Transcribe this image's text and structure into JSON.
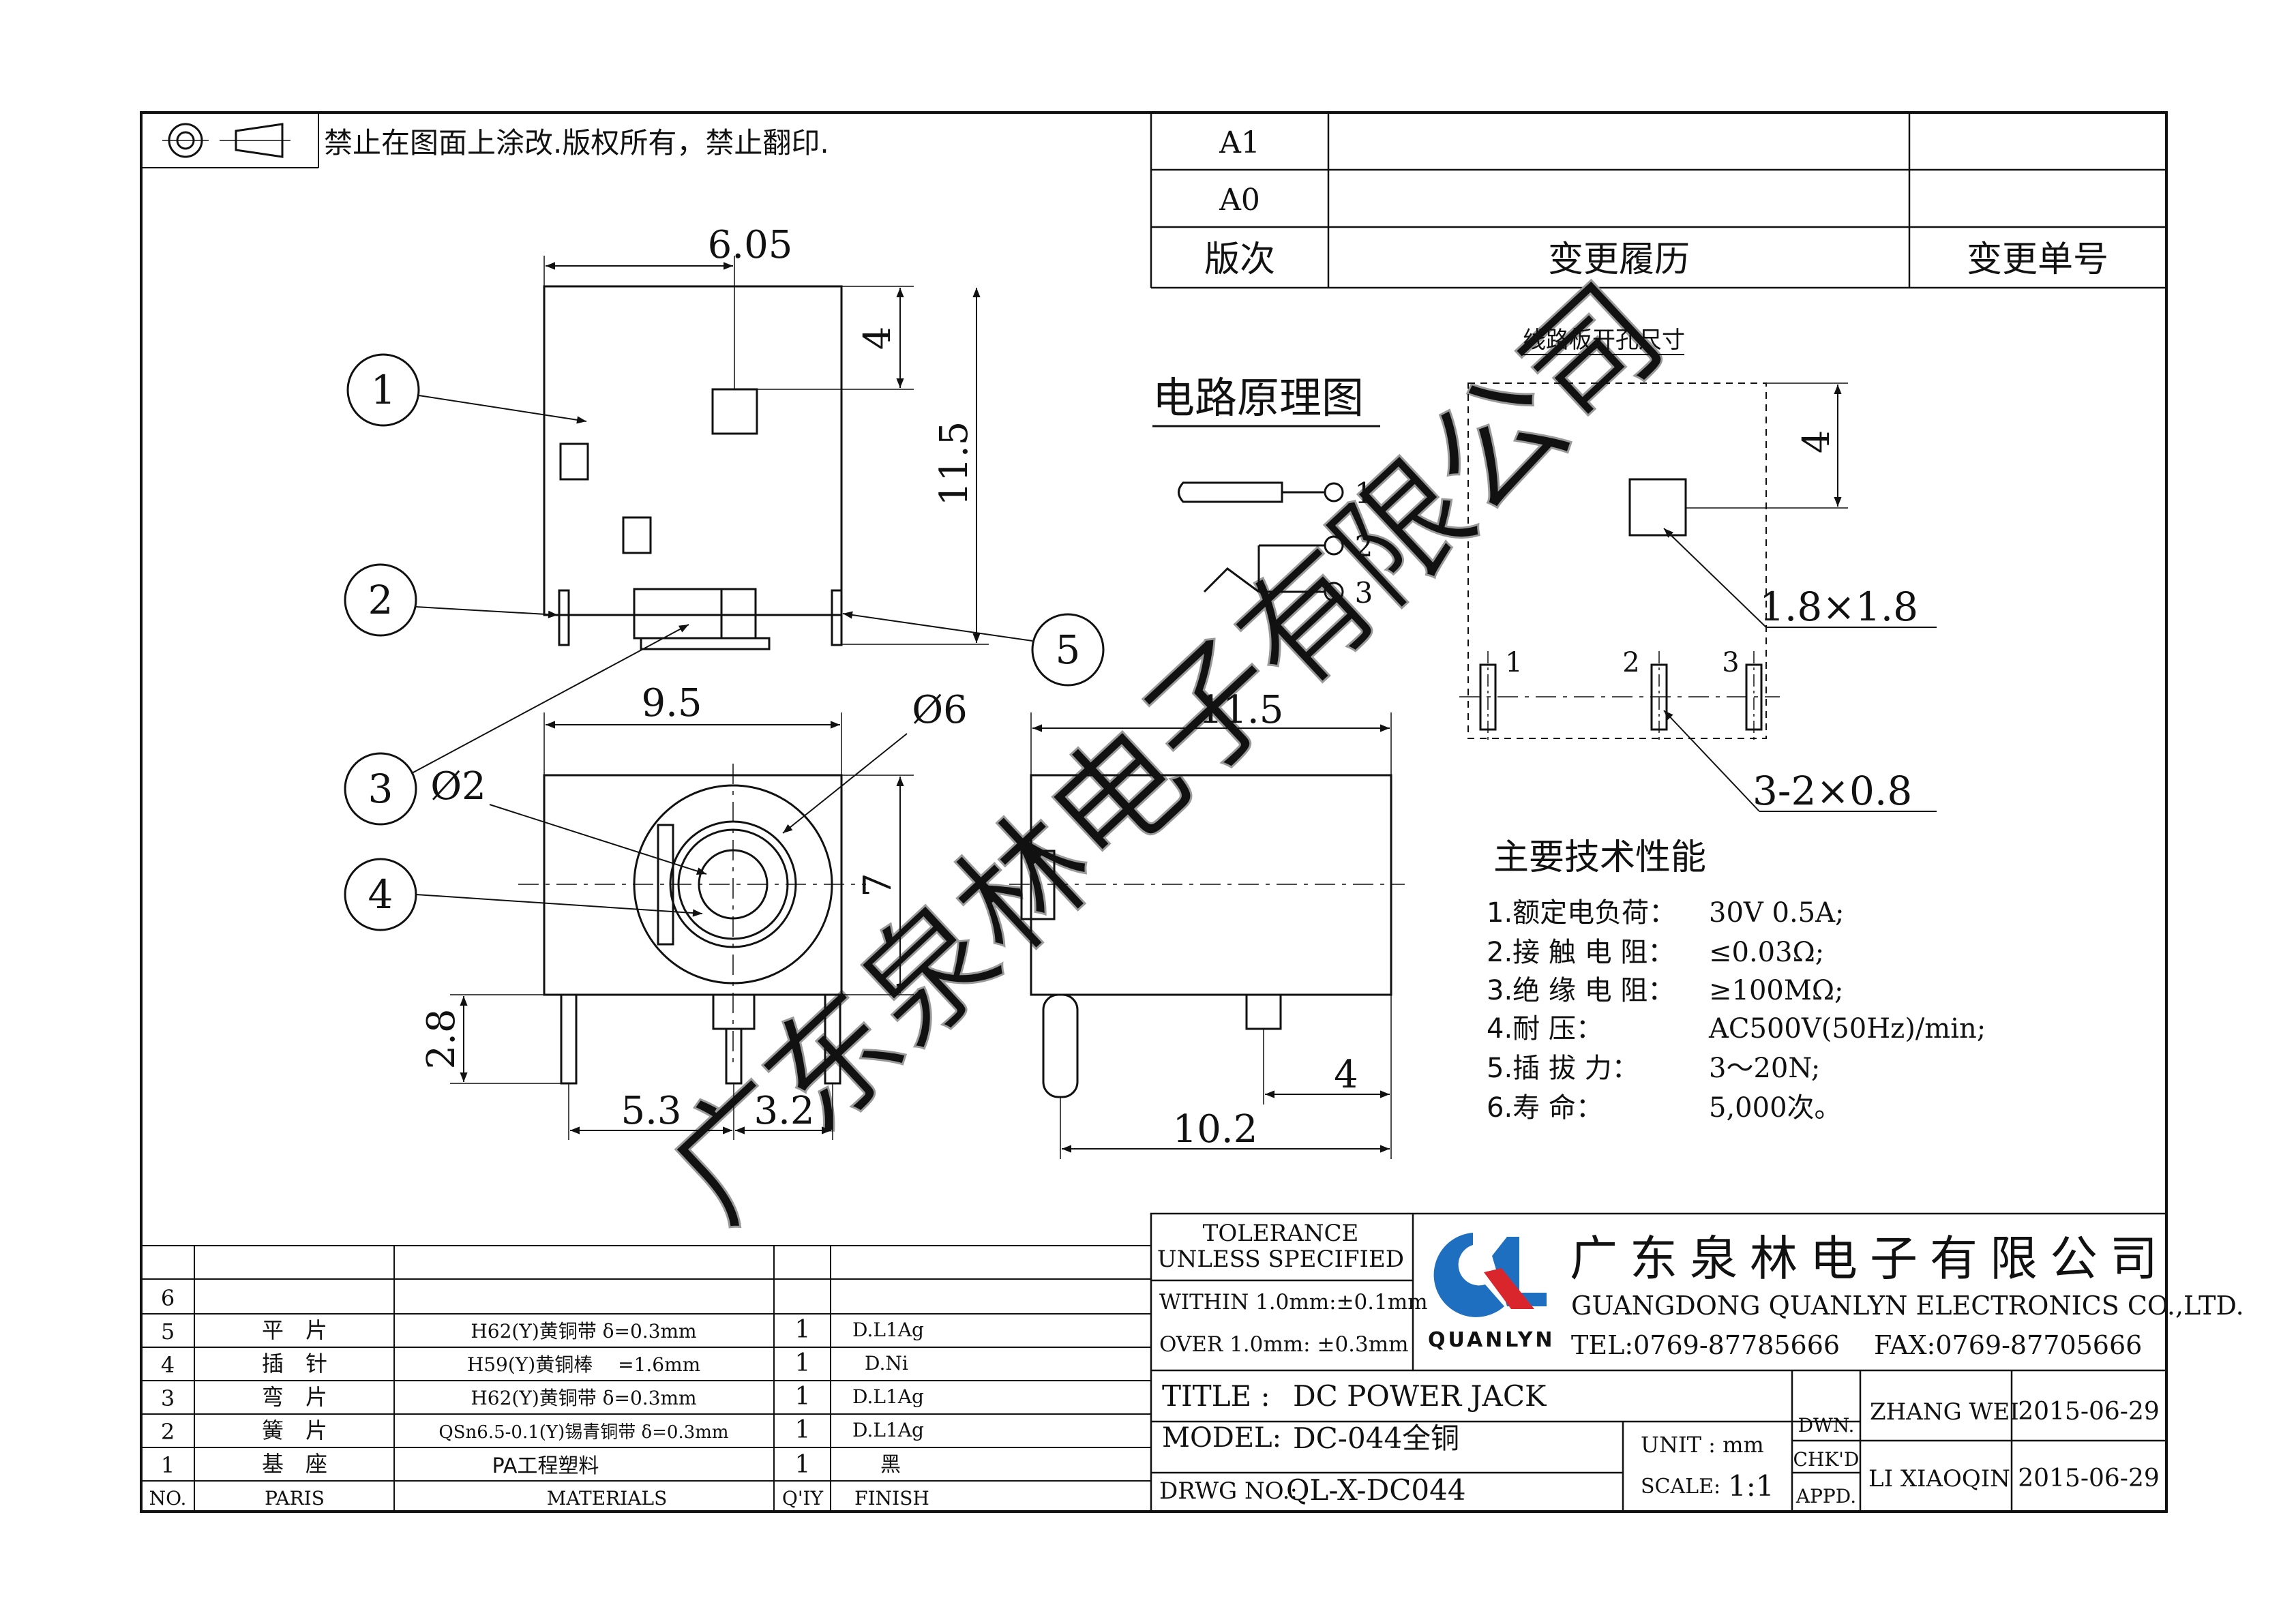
{
  "notice": "禁止在图面上涂改.版权所有，禁止翻印.",
  "revision": {
    "rows": [
      "A1",
      "A0"
    ],
    "header": {
      "version": "版次",
      "history": "变更履历",
      "number": "变更单号"
    }
  },
  "drawing": {
    "top_view": {
      "width": "6.05",
      "hole_offset": "4",
      "height": "11.5"
    },
    "front_view": {
      "width": "9.5",
      "outer_dia": "Ø6",
      "inner_dia": "Ø2",
      "height": "7",
      "pin_len": "2.8",
      "pin_spacing_a": "5.3",
      "pin_spacing_b": "3.2"
    },
    "side_view": {
      "length": "11.5",
      "pin_offset": "4",
      "pin_span": "10.2"
    },
    "balloons": [
      "1",
      "2",
      "3",
      "4",
      "5"
    ]
  },
  "circuit": {
    "title": "电路原理图",
    "pins": [
      "1",
      "2",
      "3"
    ]
  },
  "pcb": {
    "title": "线路板开孔尺寸",
    "offset": "4",
    "square": "1.8×1.8",
    "slots": "3-2×0.8",
    "pins": [
      "1",
      "2",
      "3"
    ]
  },
  "specs": {
    "title": "主要技术性能",
    "items": [
      {
        "label": "1.额定电负荷：",
        "value": "30V 0.5A;"
      },
      {
        "label": "2.接 触 电 阻：",
        "value": "≤0.03Ω;"
      },
      {
        "label": "3.绝 缘 电 阻：",
        "value": "≥100MΩ;"
      },
      {
        "label": "4.耐        压：",
        "value": "AC500V(50Hz)/min;"
      },
      {
        "label": "5.插    拔    力：",
        "value": "3～20N;"
      },
      {
        "label": "6.寿        命：",
        "value": "5,000次。"
      }
    ]
  },
  "watermark": "广东泉林电子有限公司",
  "bom": {
    "headers": {
      "no": "NO.",
      "part": "PARIS",
      "material": "MATERIALS",
      "qty": "Q'IY",
      "finish": "FINISH"
    },
    "rows": [
      {
        "no": "6",
        "part": "",
        "material": "",
        "qty": "",
        "finish": ""
      },
      {
        "no": "5",
        "part": "平　片",
        "material": "H62(Y)黄铜带 δ=0.3mm",
        "qty": "1",
        "finish": "D.L1Ag"
      },
      {
        "no": "4",
        "part": "插　针",
        "material": "H59(Y)黄铜棒　 =1.6mm",
        "qty": "1",
        "finish": "D.Ni"
      },
      {
        "no": "3",
        "part": "弯　片",
        "material": "H62(Y)黄铜带 δ=0.3mm",
        "qty": "1",
        "finish": "D.L1Ag"
      },
      {
        "no": "2",
        "part": "簧　片",
        "material": "QSn6.5-0.1(Y)锡青铜带 δ=0.3mm",
        "qty": "1",
        "finish": "D.L1Ag"
      },
      {
        "no": "1",
        "part": "基　座",
        "material": "PA工程塑料",
        "qty": "1",
        "finish": "黑"
      }
    ]
  },
  "title_block": {
    "tolerance": {
      "title1": "TOLERANCE",
      "title2": "UNLESS SPECIFIED",
      "within": "WITHIN 1.0mm:±0.1mm",
      "over": "OVER 1.0mm:  ±0.3mm"
    },
    "company_cn": "广东泉林电子有限公司",
    "company_en": "GUANGDONG QUANLYN ELECTRONICS CO.,LTD.",
    "tel": "TEL:0769-87785666",
    "fax": "FAX:0769-87705666",
    "logo_text": "QUANLYN",
    "title_label": "TITLE :",
    "title_value": "DC POWER JACK",
    "model_label": "MODEL:",
    "model_value": "DC-044全铜",
    "drwg_label": "DRWG NO.:",
    "drwg_value": "QL-X-DC044",
    "unit": "UNIT : mm",
    "scale_label": "SCALE:",
    "scale_value": "1:1",
    "dwn": "DWN.",
    "chkd": "CHK'D",
    "appd": "APPD.",
    "drawn_by": "ZHANG WEI",
    "drawn_date": "2015-06-29",
    "checked_by": "LI XIAOQIN",
    "checked_date": "2015-06-29"
  },
  "colors": {
    "line": "#111111",
    "logo_blue": "#1f6fc0",
    "logo_red": "#d9262c",
    "watermark": "#9a9a9a"
  }
}
